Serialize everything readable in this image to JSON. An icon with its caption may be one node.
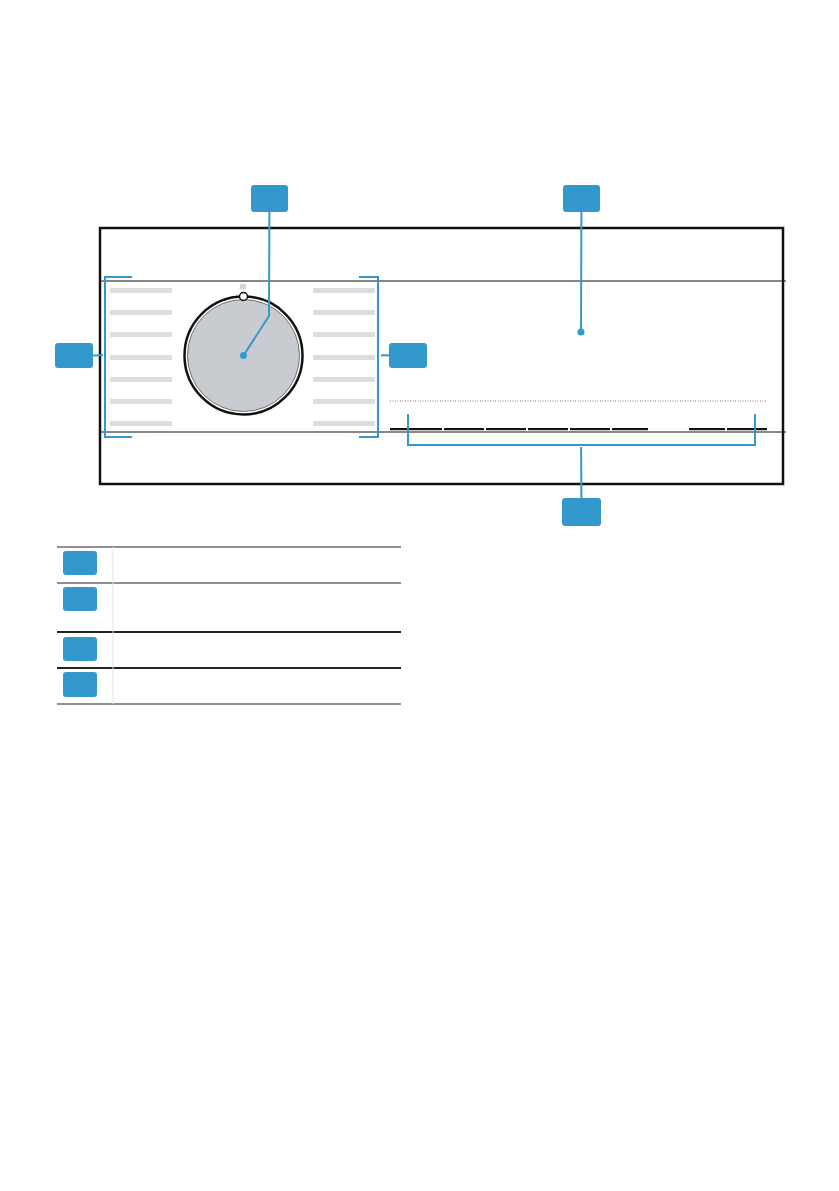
{
  "diagram": {
    "nodes": [
      {
        "text": [],
        "shape": "box"
      },
      {
        "text": [],
        "shape": "box"
      },
      {
        "text": [],
        "shape": "box"
      },
      {
        "text": [],
        "shape": "box"
      },
      {
        "text": [],
        "shape": "circle"
      },
      {
        "text": [],
        "shape": "box"
      },
      {
        "text": [],
        "shape": "box"
      },
      {
        "text": [],
        "shape": "box"
      },
      {
        "text": [],
        "shape": "box"
      },
      {
        "text": [],
        "shape": "box"
      },
      {
        "text": [],
        "shape": "box"
      },
      {
        "text": [],
        "shape": "box"
      },
      {
        "text": [],
        "shape": "box"
      }
    ],
    "edges": [
      {
        "from": 0,
        "to": 4,
        "arrow": "other"
      },
      {
        "from": 1,
        "to": null,
        "arrow": "other"
      },
      {
        "from": 2,
        "to": 3,
        "arrow": "none"
      },
      {
        "from": 6,
        "to": 5,
        "arrow": "none"
      },
      {
        "from": 8,
        "to": 7,
        "arrow": "none"
      }
    ]
  }
}
